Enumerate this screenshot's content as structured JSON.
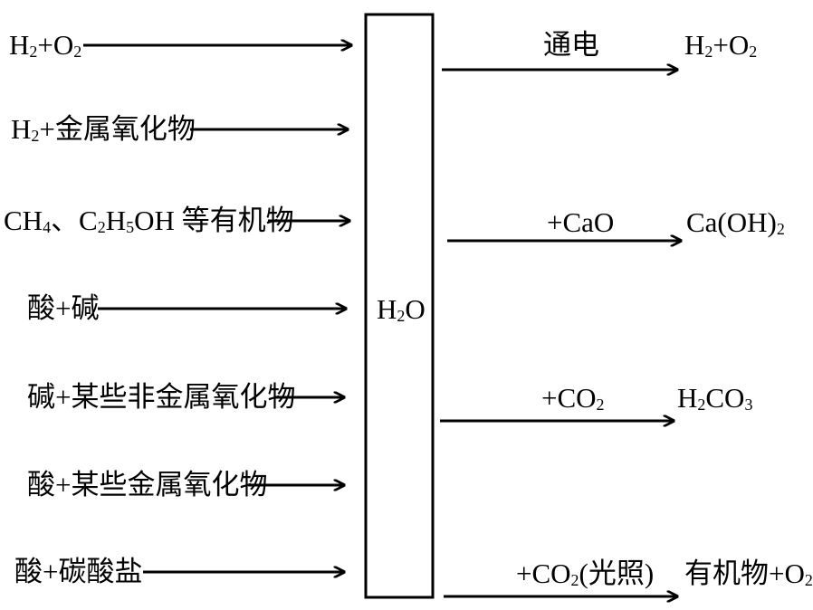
{
  "center_box": {
    "label_main": "H",
    "label_sub": "2",
    "label_tail": "O"
  },
  "inputs": [
    {
      "parts": [
        [
          "t",
          "H"
        ],
        [
          "s",
          "2"
        ],
        [
          "t",
          "+O"
        ],
        [
          "s",
          "2"
        ]
      ]
    },
    {
      "parts": [
        [
          "t",
          "H"
        ],
        [
          "s",
          "2"
        ],
        [
          "t",
          "+金属氧化物"
        ]
      ]
    },
    {
      "parts": [
        [
          "t",
          "CH"
        ],
        [
          "s",
          "4"
        ],
        [
          "t",
          "、C"
        ],
        [
          "s",
          "2"
        ],
        [
          "t",
          "H"
        ],
        [
          "s",
          "5"
        ],
        [
          "t",
          "OH 等有机物"
        ]
      ]
    },
    {
      "parts": [
        [
          "t",
          "酸+碱"
        ]
      ]
    },
    {
      "parts": [
        [
          "t",
          "碱+某些非金属氧化物"
        ]
      ]
    },
    {
      "parts": [
        [
          "t",
          "酸+某些金属氧化物"
        ]
      ]
    },
    {
      "parts": [
        [
          "t",
          "酸+碳酸盐"
        ]
      ]
    }
  ],
  "outputs": [
    {
      "condition": [
        [
          "t",
          "通电"
        ]
      ],
      "product": [
        [
          "t",
          "H"
        ],
        [
          "s",
          "2"
        ],
        [
          "t",
          "+O"
        ],
        [
          "s",
          "2"
        ]
      ]
    },
    {
      "condition": [
        [
          "t",
          "+CaO"
        ]
      ],
      "product": [
        [
          "t",
          "Ca(OH)"
        ],
        [
          "s",
          "2"
        ]
      ]
    },
    {
      "condition": [
        [
          "t",
          "+CO"
        ],
        [
          "s",
          "2"
        ]
      ],
      "product": [
        [
          "t",
          "H"
        ],
        [
          "s",
          "2"
        ],
        [
          "t",
          "CO"
        ],
        [
          "s",
          "3"
        ]
      ]
    },
    {
      "condition": [
        [
          "t",
          "+CO"
        ],
        [
          "s",
          "2"
        ],
        [
          "t",
          "(光照)"
        ]
      ],
      "product": [
        [
          "t",
          "有机物+O"
        ],
        [
          "s",
          "2"
        ]
      ]
    }
  ]
}
